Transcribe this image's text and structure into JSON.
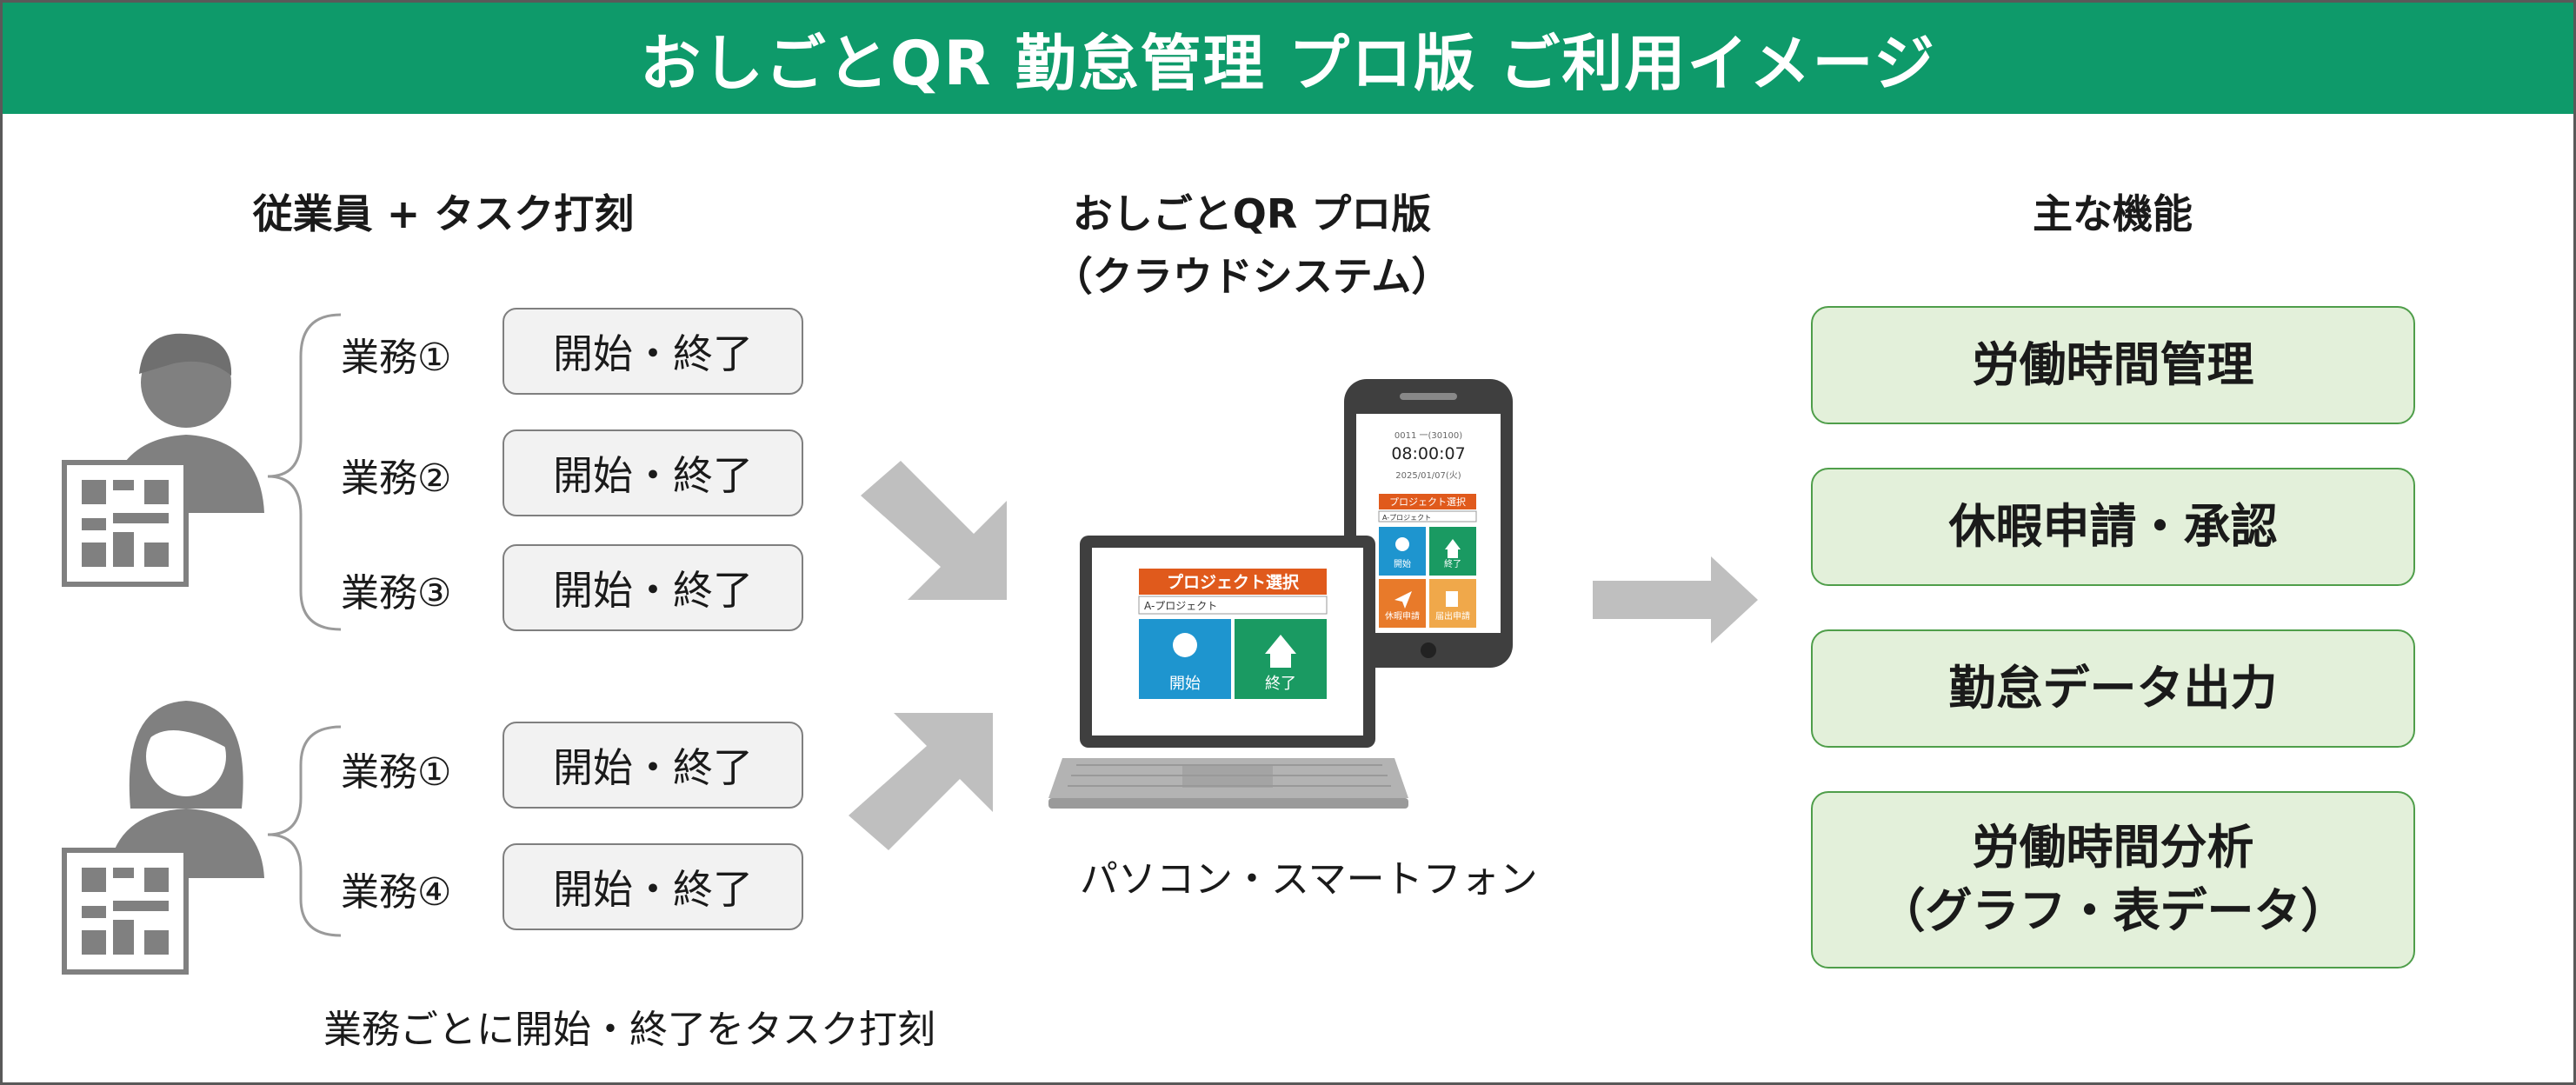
{
  "title": "おしごとQR 勤怠管理 プロ版 ご利用イメージ",
  "colors": {
    "banner": "#0e9a6a",
    "feature_fill": "#e3f0da",
    "feature_border": "#4f9e4a",
    "arrow": "#bfbfbf",
    "person": "#808080"
  },
  "left": {
    "heading": "従業員 + タスク打刻",
    "employees": [
      {
        "icon": "male-employee-icon",
        "tasks": [
          {
            "label": "業務①",
            "button": "開始・終了"
          },
          {
            "label": "業務②",
            "button": "開始・終了"
          },
          {
            "label": "業務③",
            "button": "開始・終了"
          }
        ]
      },
      {
        "icon": "female-employee-icon",
        "tasks": [
          {
            "label": "業務①",
            "button": "開始・終了"
          },
          {
            "label": "業務④",
            "button": "開始・終了"
          }
        ]
      }
    ],
    "caption": "業務ごとに開始・終了をタスク打刻"
  },
  "center": {
    "heading_line1": "おしごとQR プロ版",
    "heading_line2": "（クラウドシステム）",
    "caption": "パソコン・スマートフォン",
    "laptop": {
      "header": "プロジェクト選択",
      "select_value": "A-プロジェクト",
      "start": "開始",
      "end": "終了"
    },
    "phone": {
      "user": "0011 一(30100)",
      "time": "08:00:07",
      "date": "2025/01/07(火)",
      "header": "プロジェクト選択",
      "select_value": "A-プロジェクト",
      "start": "開始",
      "end": "終了",
      "leave": "休暇申請",
      "request": "届出申請"
    }
  },
  "right": {
    "heading": "主な機能",
    "features": [
      {
        "line1": "労働時間管理",
        "line2": ""
      },
      {
        "line1": "休暇申請・承認",
        "line2": ""
      },
      {
        "line1": "勤怠データ出力",
        "line2": ""
      },
      {
        "line1": "労働時間分析",
        "line2": "（グラフ・表データ）"
      }
    ]
  }
}
